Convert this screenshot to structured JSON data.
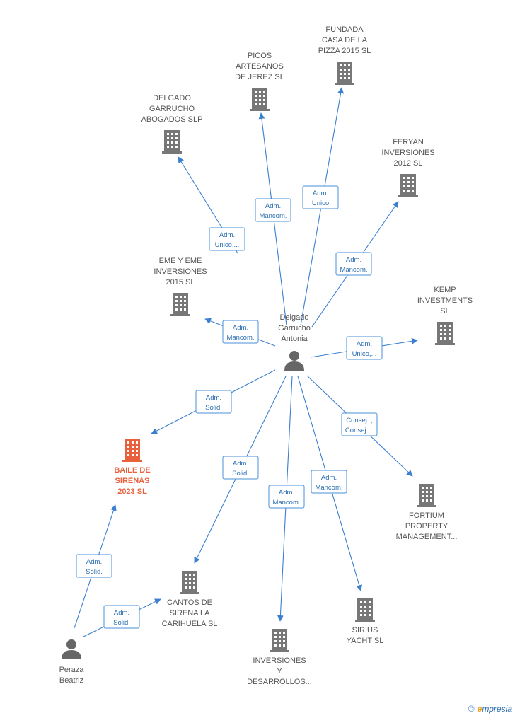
{
  "colors": {
    "company": "#777777",
    "highlight": "#e8603c",
    "person": "#666666",
    "edge": "#3b7fd0"
  },
  "nodes": [
    {
      "id": "delgado_abogados",
      "type": "company",
      "label": [
        "DELGADO",
        "GARRUCHO",
        "ABOGADOS SLP"
      ]
    },
    {
      "id": "picos",
      "type": "company",
      "label": [
        "PICOS",
        "ARTESANOS",
        "DE JEREZ SL"
      ]
    },
    {
      "id": "fundada",
      "type": "company",
      "label": [
        "FUNDADA",
        "CASA DE LA",
        "PIZZA 2015  SL"
      ]
    },
    {
      "id": "feryan",
      "type": "company",
      "label": [
        "FERYAN",
        "INVERSIONES",
        "2012 SL"
      ]
    },
    {
      "id": "eme",
      "type": "company",
      "label": [
        "EME Y EME",
        "INVERSIONES",
        "2015  SL"
      ]
    },
    {
      "id": "kemp",
      "type": "company",
      "label": [
        "KEMP",
        "INVESTMENTS",
        "SL"
      ]
    },
    {
      "id": "delgado_antonia",
      "type": "person",
      "label": [
        "Delgado",
        "Garrucho",
        "Antonia"
      ]
    },
    {
      "id": "baile",
      "type": "company",
      "highlight": true,
      "label": [
        "BAILE DE",
        "SIRENAS",
        "2023  SL"
      ]
    },
    {
      "id": "fortium",
      "type": "company",
      "label": [
        "FORTIUM",
        "PROPERTY",
        "MANAGEMENT..."
      ]
    },
    {
      "id": "cantos",
      "type": "company",
      "label": [
        "CANTOS DE",
        "SIRENA LA",
        "CARIHUELA  SL"
      ]
    },
    {
      "id": "sirius",
      "type": "company",
      "label": [
        "SIRIUS",
        "YACHT  SL"
      ]
    },
    {
      "id": "inversiones_y",
      "type": "company",
      "label": [
        "INVERSIONES",
        "Y",
        "DESARROLLOS..."
      ]
    },
    {
      "id": "peraza",
      "type": "person",
      "label": [
        "Peraza",
        "Beatriz"
      ]
    }
  ],
  "edges": [
    {
      "from": "delgado_antonia",
      "to": "delgado_abogados",
      "label": [
        "Adm.",
        "Unico,..."
      ]
    },
    {
      "from": "delgado_antonia",
      "to": "picos",
      "label": [
        "Adm.",
        "Mancom."
      ]
    },
    {
      "from": "delgado_antonia",
      "to": "fundada",
      "label": [
        "Adm.",
        "Unico"
      ]
    },
    {
      "from": "delgado_antonia",
      "to": "feryan",
      "label": [
        "Adm.",
        "Mancom."
      ]
    },
    {
      "from": "delgado_antonia",
      "to": "eme",
      "label": [
        "Adm.",
        "Mancom."
      ]
    },
    {
      "from": "delgado_antonia",
      "to": "kemp",
      "label": [
        "Adm.",
        "Unico,..."
      ]
    },
    {
      "from": "delgado_antonia",
      "to": "baile",
      "label": [
        "Adm.",
        "Solid."
      ]
    },
    {
      "from": "delgado_antonia",
      "to": "fortium",
      "label": [
        "Consej. ,",
        "Consej...."
      ]
    },
    {
      "from": "delgado_antonia",
      "to": "cantos",
      "label": [
        "Adm.",
        "Solid."
      ]
    },
    {
      "from": "delgado_antonia",
      "to": "inversiones_y",
      "label": [
        "Adm.",
        "Mancom."
      ]
    },
    {
      "from": "delgado_antonia",
      "to": "sirius",
      "label": [
        "Adm.",
        "Mancom."
      ]
    },
    {
      "from": "peraza",
      "to": "baile",
      "label": [
        "Adm.",
        "Solid."
      ]
    },
    {
      "from": "peraza",
      "to": "cantos",
      "label": [
        "Adm.",
        "Solid."
      ]
    }
  ],
  "footer": {
    "copyright_symbol": "©",
    "brand_initial": "e",
    "brand_rest": "mpresia"
  }
}
